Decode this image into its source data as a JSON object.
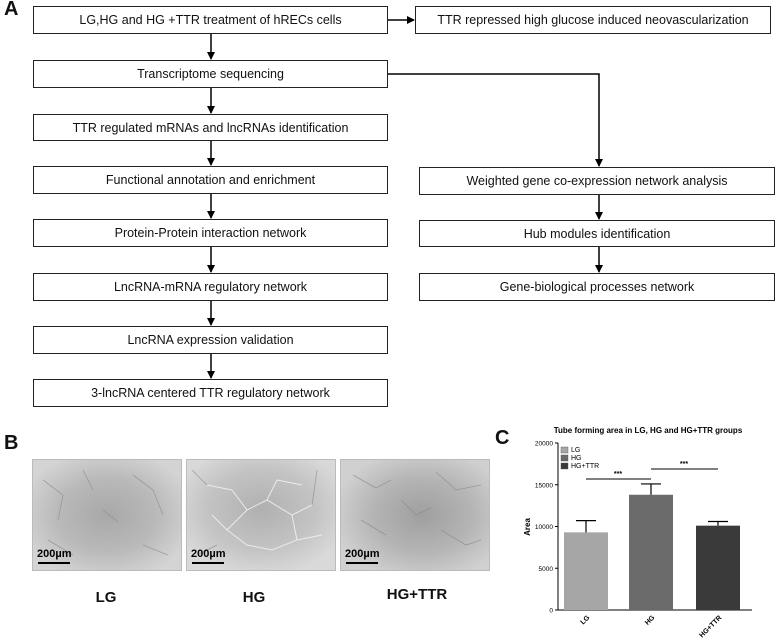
{
  "panels": {
    "a": "A",
    "b": "B",
    "c": "C"
  },
  "flow": {
    "top": "LG,HG and HG +TTR treatment of hRECs cells",
    "right_top": "TTR repressed high glucose induced neovascularization",
    "seq": "Transcriptome sequencing",
    "ident": "TTR regulated mRNAs and lncRNAs identification",
    "func": "Functional annotation and enrichment",
    "ppi": "Protein-Protein interaction network",
    "lnc_mrna": "LncRNA-mRNA regulatory network",
    "valid": "LncRNA expression validation",
    "centered": "3-lncRNA centered TTR regulatory network",
    "wgcna": "Weighted gene co-expression network analysis",
    "hub": "Hub modules identification",
    "gene_bio": "Gene-biological processes network"
  },
  "micro": {
    "scale": "200µm",
    "labels": [
      "LG",
      "HG",
      "HG+TTR"
    ]
  },
  "chart_data": {
    "type": "bar",
    "title": "Tube forming area in LG, HG and HG+TTR groups",
    "categories": [
      "LG",
      "HG",
      "HG+TTR"
    ],
    "values": [
      9300,
      13800,
      10100
    ],
    "errors": [
      1400,
      1300,
      500
    ],
    "colors": [
      "#a6a6a6",
      "#6b6b6b",
      "#3a3a3a"
    ],
    "ylabel": "Area",
    "ylim": [
      0,
      20000
    ],
    "yticks": [
      "0",
      "5000",
      "10000",
      "15000",
      "20000"
    ],
    "legend": [
      "LG",
      "HG",
      "HG+TTR"
    ],
    "legend_position": "top-left",
    "significance": [
      "***",
      "***"
    ]
  }
}
